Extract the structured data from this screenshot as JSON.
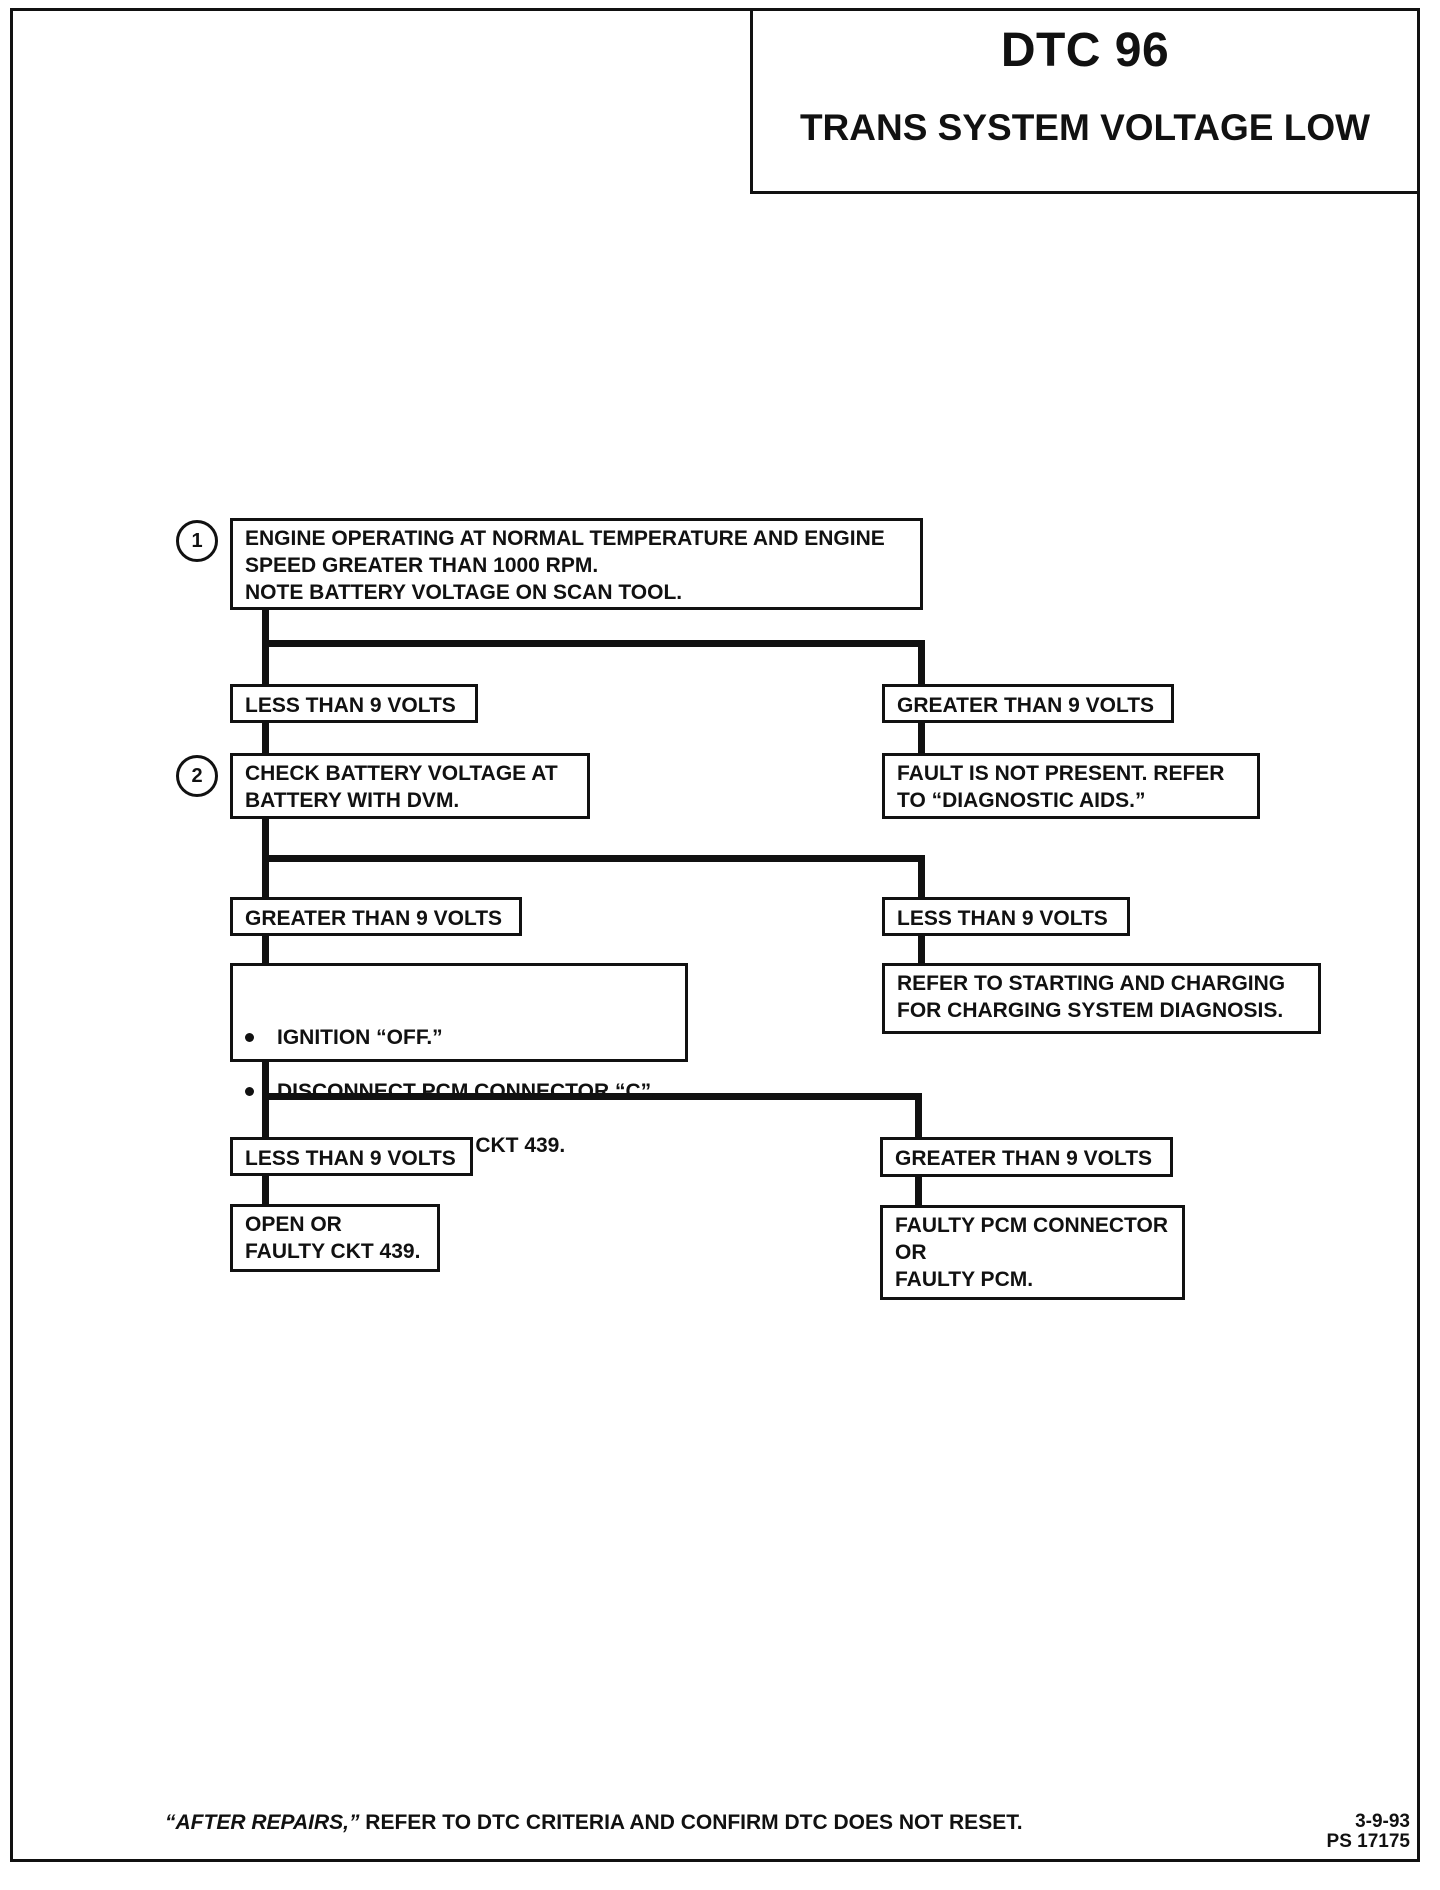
{
  "header": {
    "code": "DTC 96",
    "name": "TRANS SYSTEM VOLTAGE LOW"
  },
  "flowchart": {
    "step1_marker": "1",
    "step1": "ENGINE OPERATING AT NORMAL TEMPERATURE AND ENGINE\nSPEED GREATER THAN 1000 RPM.\nNOTE BATTERY VOLTAGE ON SCAN TOOL.",
    "step1_left_result": "LESS THAN 9 VOLTS",
    "step1_right_result": "GREATER THAN 9 VOLTS",
    "step1_right_action": "FAULT IS NOT PRESENT.  REFER\nTO “DIAGNOSTIC AIDS.”",
    "step2_marker": "2",
    "step2": "CHECK BATTERY VOLTAGE AT\nBATTERY WITH DVM.",
    "step2_left_result": "GREATER THAN 9 VOLTS",
    "step2_right_result": "LESS THAN 9 VOLTS",
    "step2_right_action": "REFER TO  STARTING  AND CHARGING\nFOR CHARGING SYSTEM DIAGNOSIS.",
    "step3_bullets": [
      "IGNITION “OFF.”",
      "DISCONNECT PCM CONNECTOR “C”.",
      "WITH DVM, PROBE CKT 439."
    ],
    "step3_left_result": "LESS THAN 9 VOLTS",
    "step3_left_action": "OPEN OR\nFAULTY CKT 439.",
    "step3_right_result": "GREATER THAN 9 VOLTS",
    "step3_right_action": "FAULTY PCM CONNECTOR\nOR\nFAULTY PCM."
  },
  "footer": {
    "note_emphasis": "“AFTER REPAIRS,”",
    "note_rest": " REFER TO DTC CRITERIA  AND CONFIRM DTC DOES NOT RESET.",
    "date": "3-9-93",
    "ref": "PS 17175"
  }
}
